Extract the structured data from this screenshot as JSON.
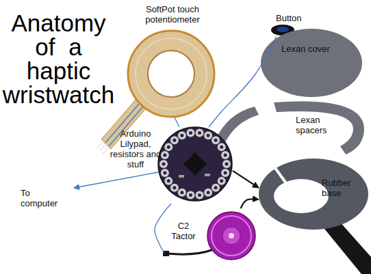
{
  "diagram": {
    "title": "Anatomy of a haptic wristwatch",
    "nodes": [
      {
        "text": [
          "SoftPot touch potentiometer"
        ]
      },
      {
        "text": [
          "Button"
        ]
      },
      {
        "text": [
          "Lexan cover"
        ]
      },
      {
        "text": [
          "Lexan spacers"
        ]
      },
      {
        "text": [
          "Rubber base"
        ]
      },
      {
        "text": [
          "Arduino Lilypad, resistors and stuff"
        ]
      },
      {
        "text": [
          "C2 Tactor"
        ]
      }
    ],
    "edges": [
      {
        "from": 0,
        "to": 5,
        "arrow": "none"
      },
      {
        "from": 1,
        "to": 5,
        "arrow": "none"
      },
      {
        "from": 5,
        "to": 4,
        "arrow": "to"
      },
      {
        "from": 6,
        "to": 4,
        "arrow": "to"
      },
      {
        "from": 5,
        "to": 6,
        "arrow": "none"
      }
    ],
    "labels": [
      "To computer"
    ]
  }
}
